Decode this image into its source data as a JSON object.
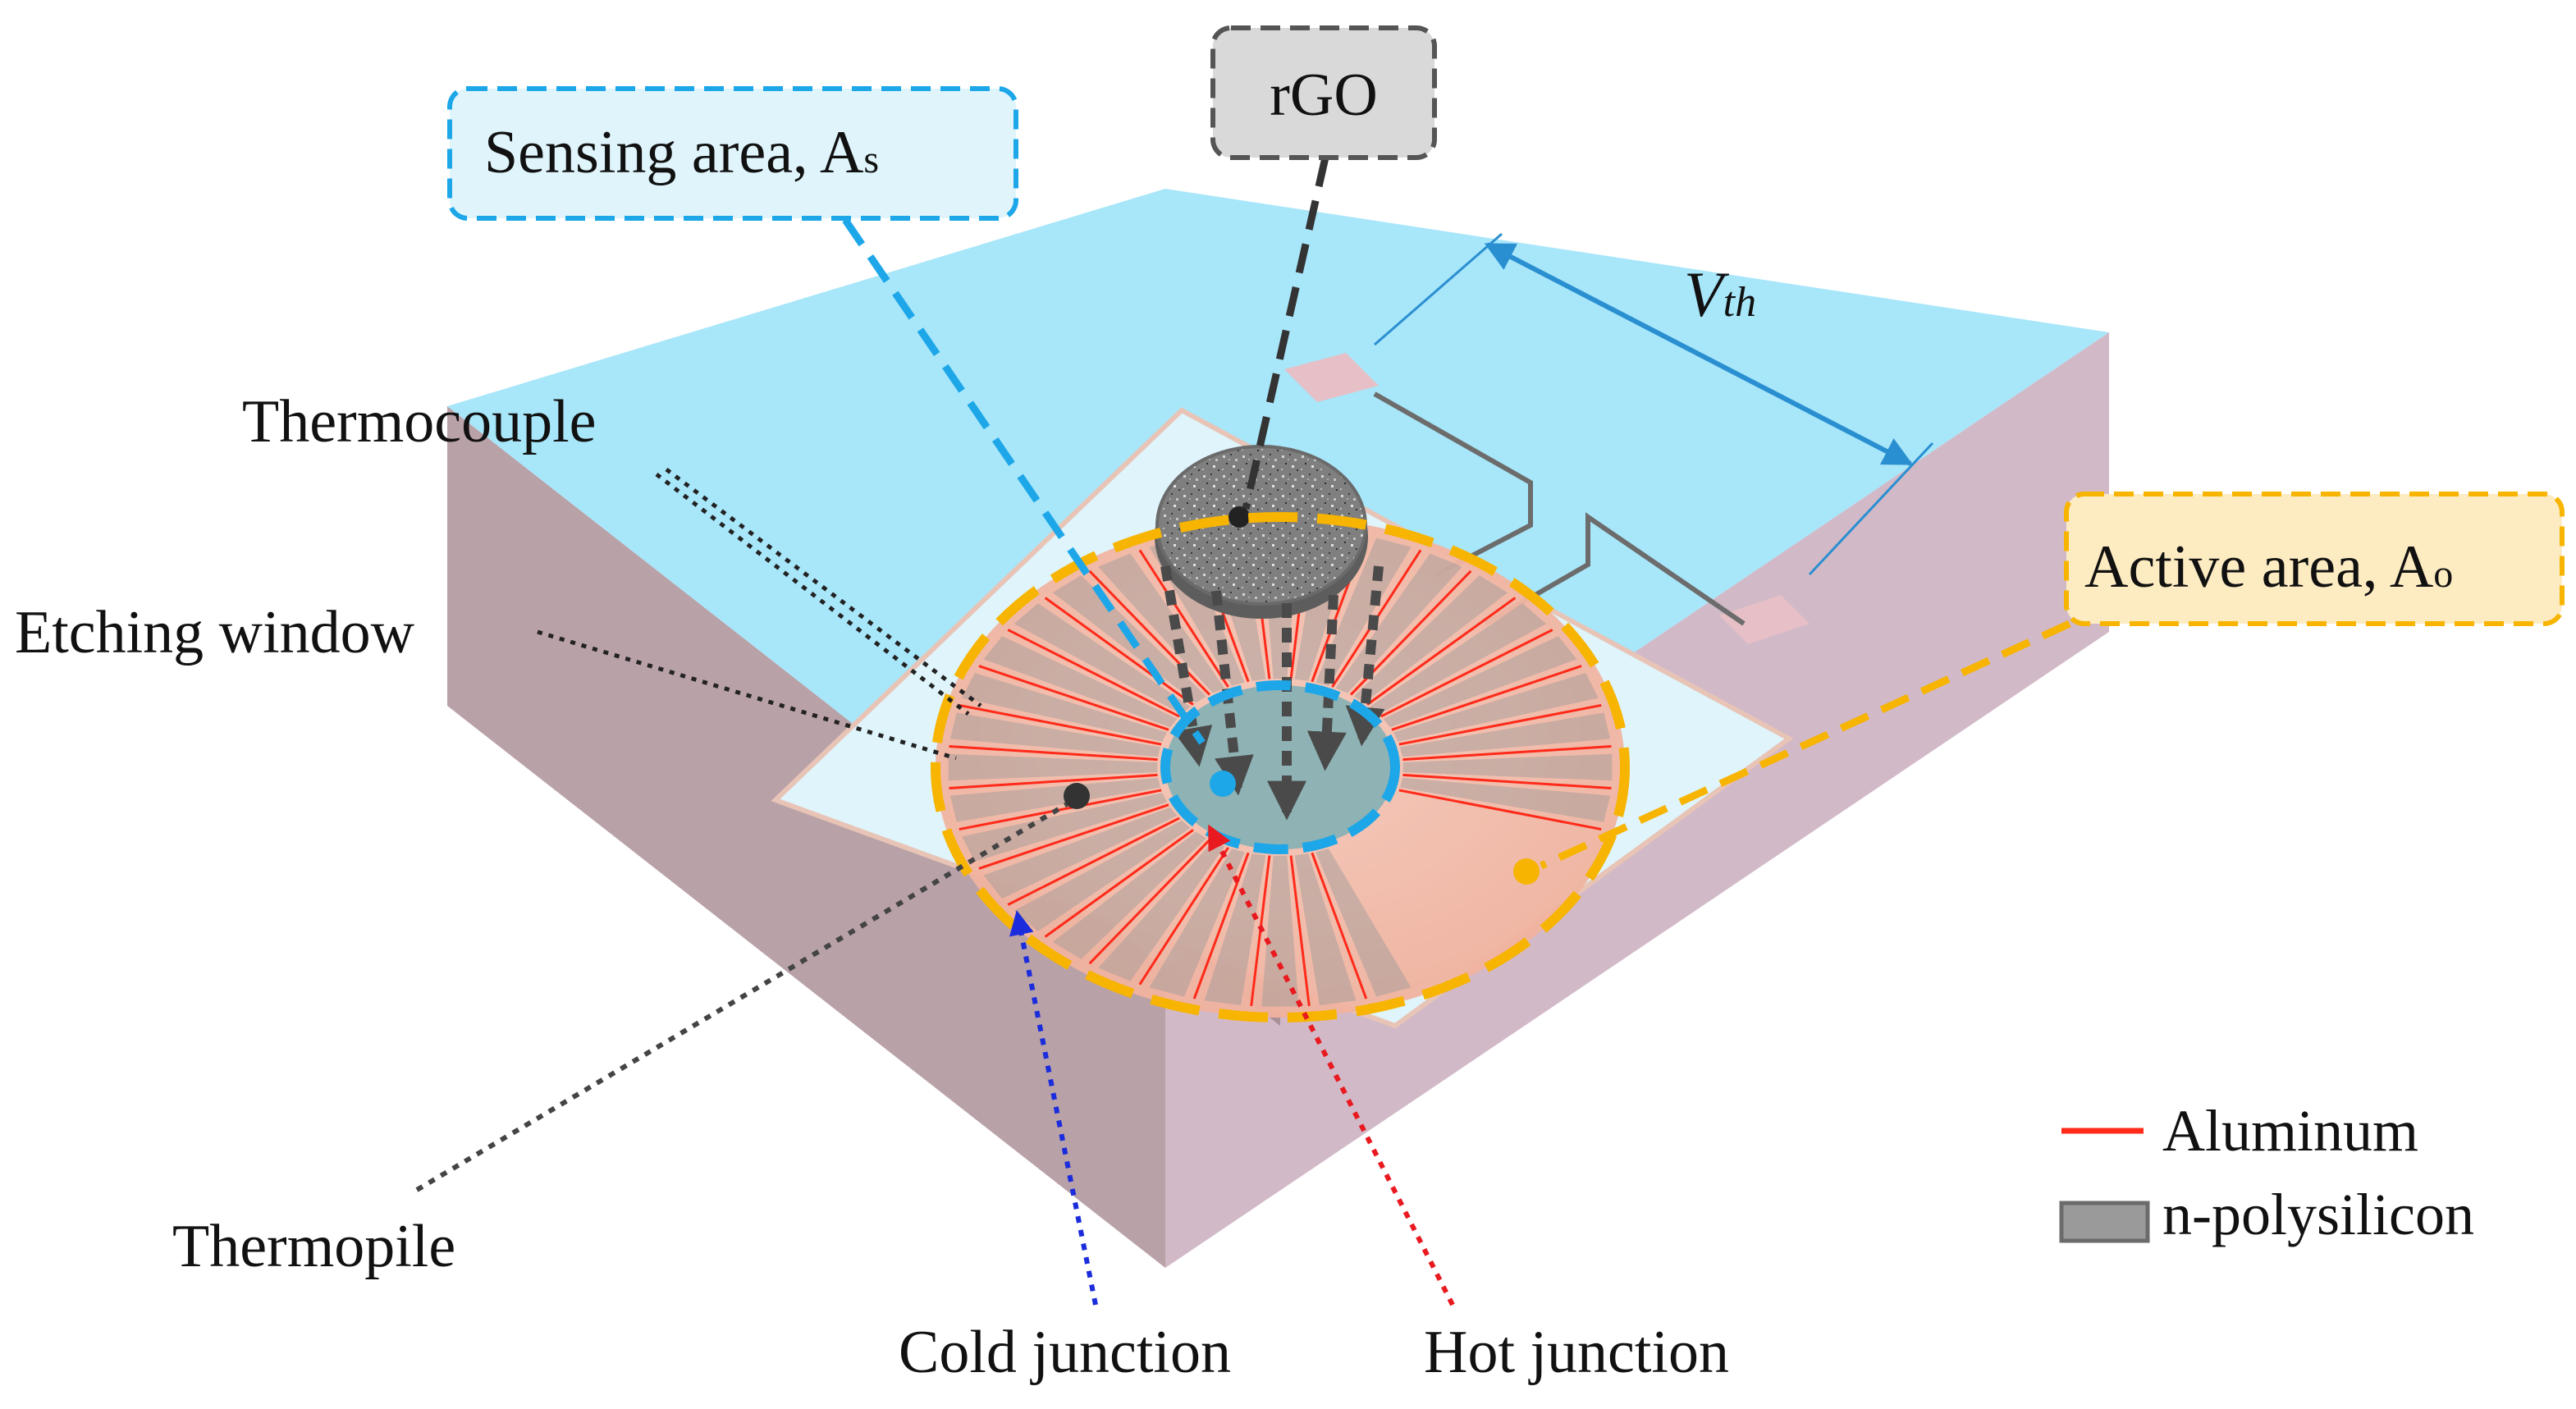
{
  "callouts": {
    "sensing_area": "Sensing area, A",
    "sensing_area_sub": "s",
    "rgo": "rGO",
    "active_area": "Active area, A",
    "active_area_sub": "o",
    "vth": "V",
    "vth_sub": "th"
  },
  "labels": {
    "thermocouple": "Thermocouple",
    "etching_window": "Etching window",
    "thermopile": "Thermopile",
    "cold_junction": "Cold junction",
    "hot_junction": "Hot junction"
  },
  "legend": {
    "aluminum": "Aluminum",
    "n_polysilicon": "n-polysilicon"
  },
  "colors": {
    "substrate_top": "#a8e6fa",
    "substrate_side_left": "#b9a1a8",
    "substrate_side_right": "#d2b9c8",
    "etching_window": "#dff4fb",
    "membrane": "#f3b8a6",
    "aluminum": "#ff2a1a",
    "n_polysilicon": "#9a9a9a",
    "sensing_border": "#1da7e8",
    "active_border": "#f7b400",
    "rgo_fill": "#7d7d7d",
    "cold_arrow": "#1a2cdc",
    "hot_arrow": "#e8191f",
    "vth_arrow": "#2a8fd0"
  }
}
